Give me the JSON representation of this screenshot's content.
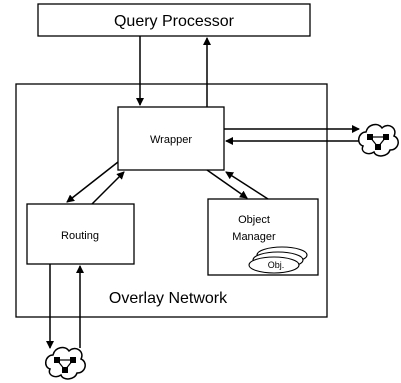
{
  "diagram": {
    "query_processor": "Query Processor",
    "overlay_network": "Overlay Network",
    "wrapper": "Wrapper",
    "routing": "Routing",
    "object_manager_line1": "Object",
    "object_manager_line2": "Manager",
    "object_label": "Obj."
  },
  "colors": {
    "stroke": "#000000",
    "background": "#ffffff",
    "network_node": "#000000"
  }
}
